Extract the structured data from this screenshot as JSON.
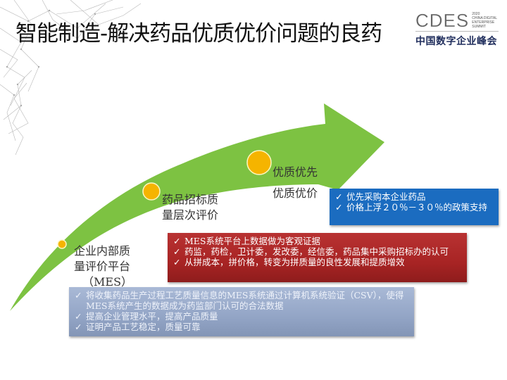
{
  "header": {
    "title": "智能制造-解决药品优质优价问题的良药",
    "logo": {
      "mark": "CDES",
      "year": "2020",
      "line1": "CHINA DIGITAL",
      "line2": "ENTERPRISE SUMMIT",
      "chinese_name": "中国数字企业峰会"
    }
  },
  "diagram": {
    "arrow_color": "#7dc242",
    "dot_color": "#f5b400",
    "stages": [
      {
        "lines": [
          "企业内部质",
          "量评价平台",
          "（MES）"
        ]
      },
      {
        "lines": [
          "药品招标质",
          "量层次评价"
        ]
      },
      {
        "lines": [
          "优质优先",
          "优质优价"
        ]
      }
    ]
  },
  "boxes": {
    "blue": {
      "color": "#1b6cc0",
      "check": "✓",
      "items": [
        "优先采购本企业药品",
        "价格上浮２０％－３０％的政策支持"
      ]
    },
    "red": {
      "color": "#a82424",
      "check": "✓",
      "items": [
        "MES系统平台上数据做为客观证据",
        "药监，药检，卫计委，发改委，经信委，药品集中采购招标办的认可",
        "从拼成本，拼价格，转变为拼质量的良性发展和提质增效"
      ]
    },
    "gray": {
      "color": "#93a5c6",
      "check": "✓",
      "items": [
        "将收集药品生产过程工艺质量信息的MES系统通过计算机系统验证（CSV），使得MES系统产生的数据成为药监部门认可的合法数据",
        "提高企业管理水平，提高产品质量",
        "证明产品工艺稳定，质量可靠"
      ]
    }
  }
}
